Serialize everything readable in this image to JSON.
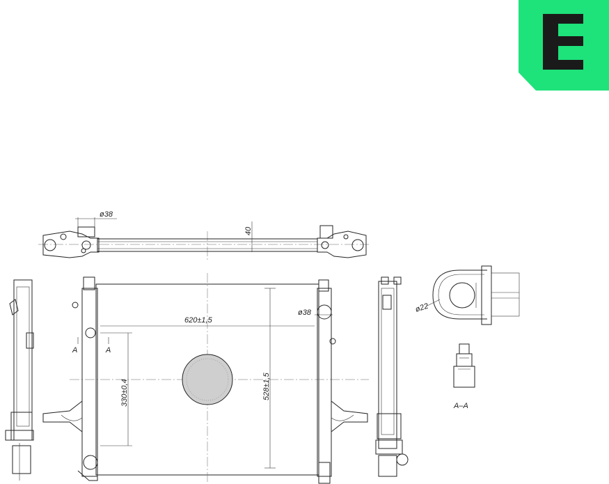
{
  "logo": {
    "badge_color": "#1ee27a",
    "letter_color": "#1a1a1a"
  },
  "dimensions": {
    "top_pipe_diameter": "ø38",
    "top_pipe_height": "40",
    "core_width": "620±1,5",
    "core_height": "528±1,5",
    "mount_spacing": "330±0,4",
    "side_pipe_diameter": "ø38",
    "section_mark_left": "A",
    "section_mark_right": "A",
    "detail_diameter": "ø22",
    "section_label": "A–A"
  }
}
